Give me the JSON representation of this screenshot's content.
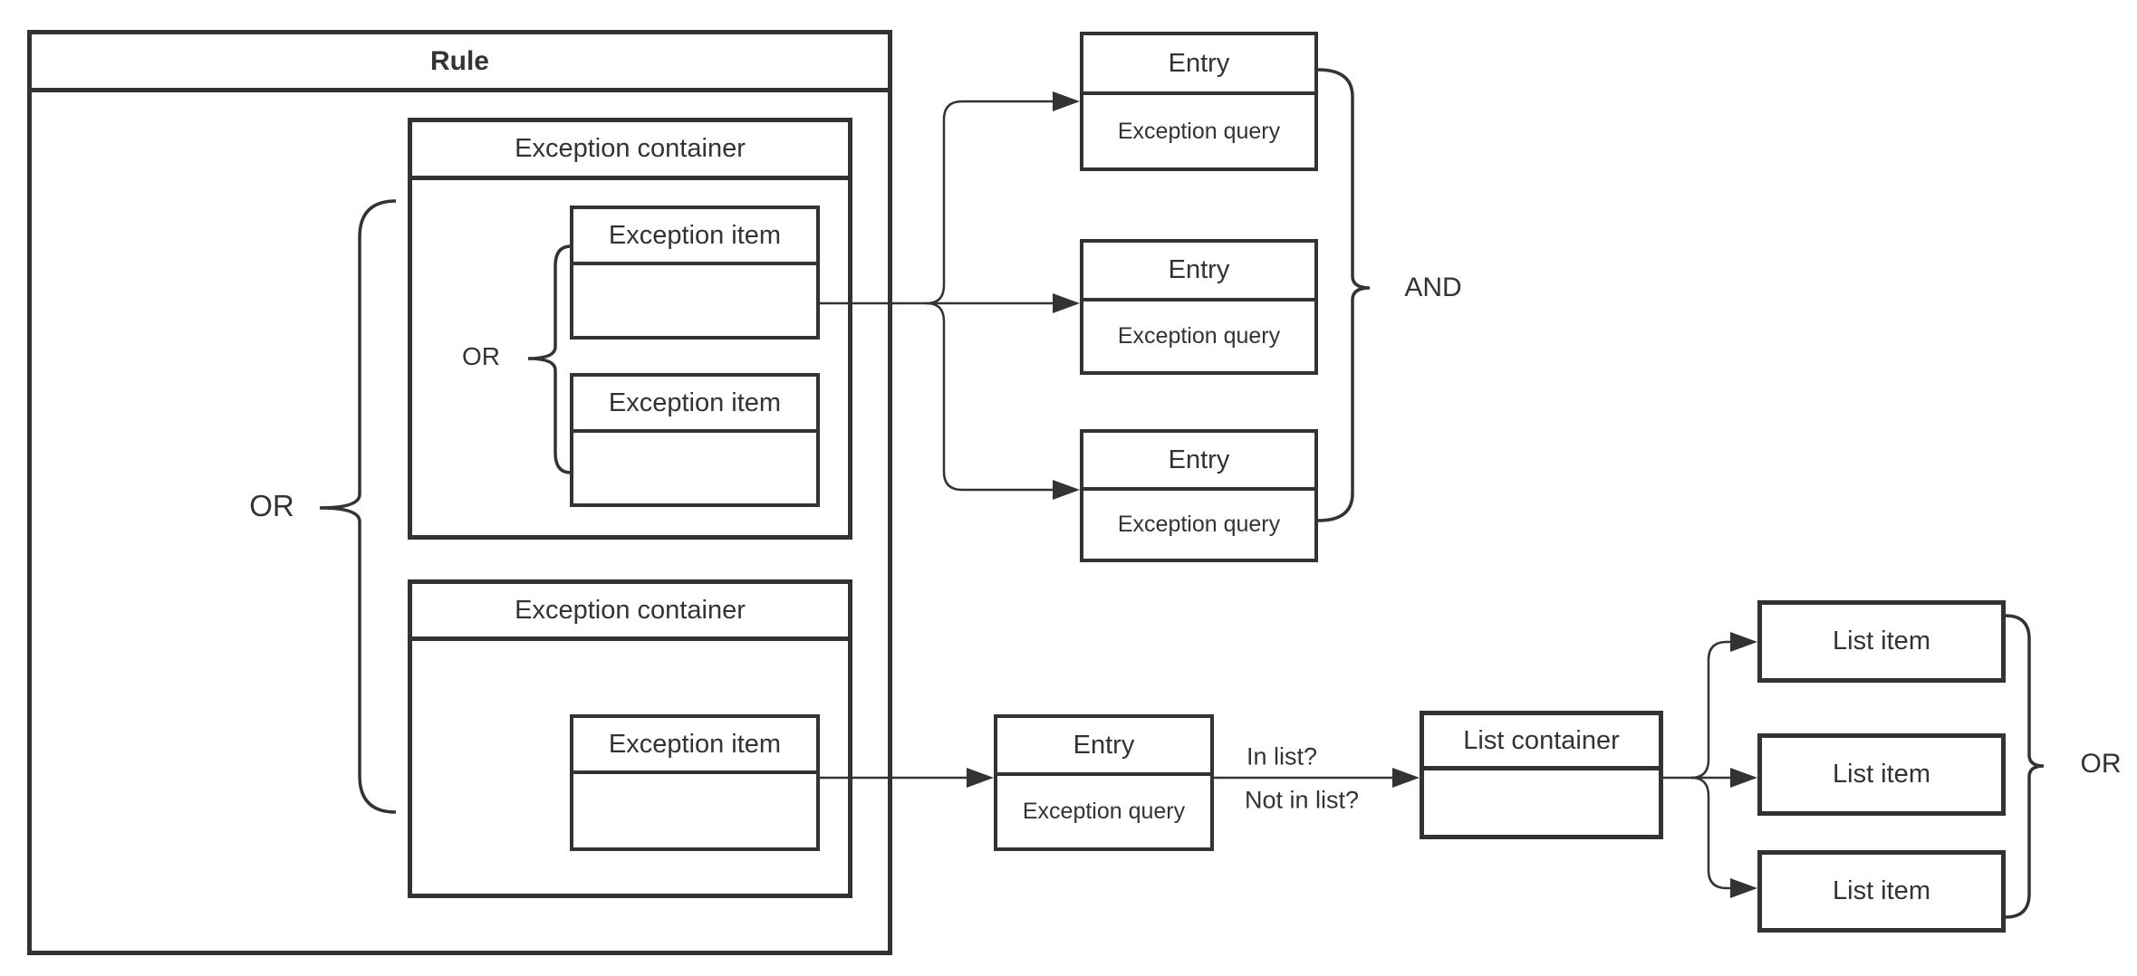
{
  "diagram": {
    "rule": {
      "title": "Rule"
    },
    "containers": [
      {
        "title": "Exception container",
        "items": [
          {
            "label": "Exception item"
          },
          {
            "label": "Exception item"
          }
        ]
      },
      {
        "title": "Exception container",
        "items": [
          {
            "label": "Exception item"
          }
        ]
      }
    ],
    "entries": [
      {
        "title": "Entry",
        "query": "Exception query"
      },
      {
        "title": "Entry",
        "query": "Exception query"
      },
      {
        "title": "Entry",
        "query": "Exception query"
      },
      {
        "title": "Entry",
        "query": "Exception query"
      }
    ],
    "list_container": {
      "title": "List container"
    },
    "list_items": [
      {
        "label": "List item"
      },
      {
        "label": "List item"
      },
      {
        "label": "List item"
      }
    ],
    "operators": {
      "outer_or": "OR",
      "inner_or": "OR",
      "and": "AND",
      "list_or": "OR"
    },
    "edge_labels": {
      "in_list": "In list?",
      "not_in_list": "Not in list?"
    },
    "colors": {
      "stroke": "#333333",
      "text": "#333333",
      "background": "#ffffff"
    }
  }
}
